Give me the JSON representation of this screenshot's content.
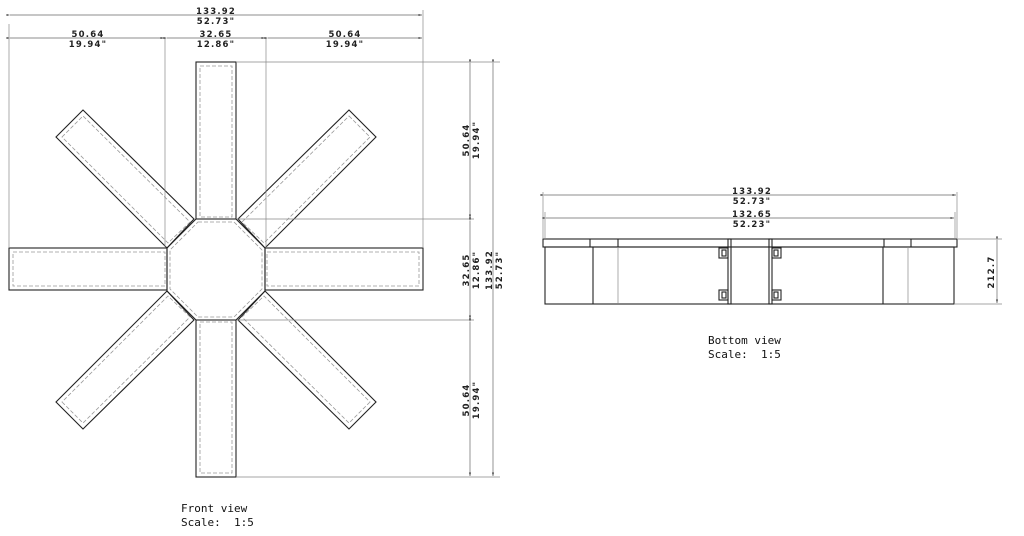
{
  "front_view": {
    "caption_title": "Front view",
    "caption_scale": "Scale:  1:5",
    "dims": {
      "overall_width_mm": "133.92",
      "overall_width_in": "52.73\"",
      "left_arm_mm": "50.64",
      "left_arm_in": "19.94\"",
      "center_mm": "32.65",
      "center_in": "12.86\"",
      "right_arm_mm": "50.64",
      "right_arm_in": "19.94\"",
      "top_arm_mm": "50.64",
      "top_arm_in": "19.94\"",
      "center_v_mm": "32.65",
      "center_v_in": "12.86\"",
      "bottom_arm_mm": "50.64",
      "bottom_arm_in": "19.94\"",
      "overall_height_mm": "133.92",
      "overall_height_in": "52.73\""
    }
  },
  "bottom_view": {
    "caption_title": "Bottom view",
    "caption_scale": "Scale:  1:5",
    "dims": {
      "overall_width_mm": "133.92",
      "overall_width_in": "52.73\"",
      "inner_width_mm": "132.65",
      "inner_width_in": "52.23\"",
      "height": "212.7"
    }
  },
  "colors": {
    "line": "#222222",
    "hidden": "#999999",
    "dimension": "#666666",
    "background": "#ffffff"
  }
}
